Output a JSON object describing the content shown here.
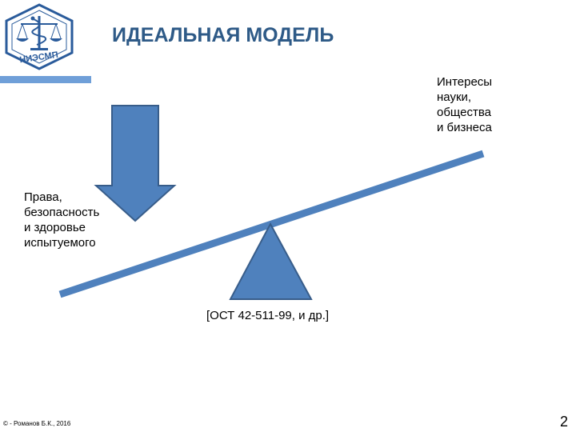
{
  "slide": {
    "title": "ИДЕАЛЬНАЯ МОДЕЛЬ",
    "logo_text": "НИЭСМП",
    "label_right": [
      "Интересы",
      "науки,",
      "общества",
      "и бизнеса"
    ],
    "label_left": [
      "Права,",
      "безопасность",
      "и здоровье",
      "испытуемого"
    ],
    "reference": "[ОСТ 42-511-99, и др.]",
    "footer": "© - Романов Б.К., 2016",
    "page_number": "2"
  },
  "colors": {
    "title": "#2e5a87",
    "shape_fill": "#4f81bd",
    "shape_stroke": "#385d8a",
    "beam": "#4f81bd",
    "accent_bar": "#6f9fd8",
    "logo_blue": "#2a5b9b"
  },
  "icons": {
    "logo": "scales-of-justice-with-serpent-staff-emblem",
    "arrow": "down-arrow",
    "fulcrum": "triangle-fulcrum"
  }
}
